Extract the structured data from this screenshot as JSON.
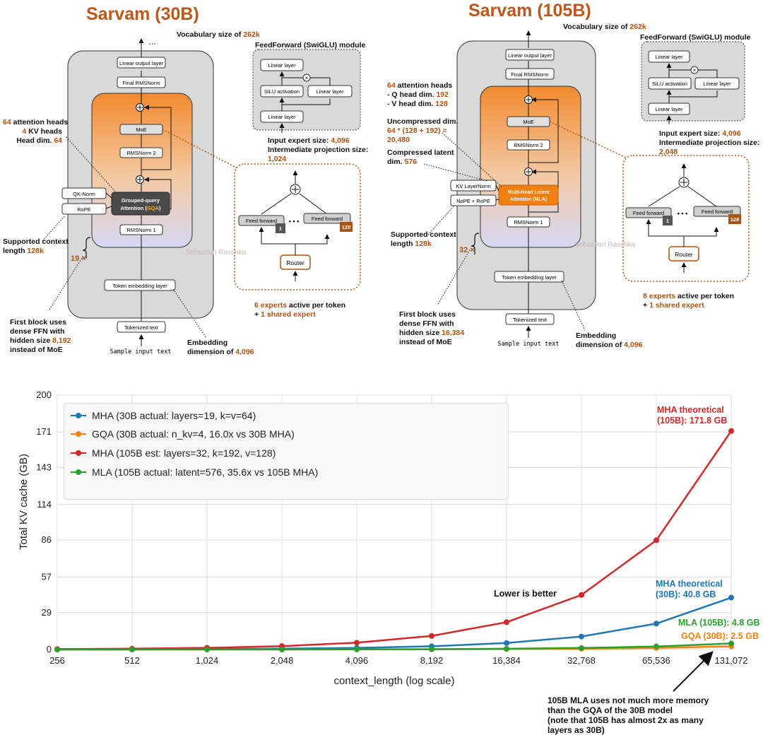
{
  "left_model": {
    "title": "Sarvam (30B)",
    "vocab": {
      "prefix": "Vocabulary size of ",
      "value": "262k"
    },
    "blocks": {
      "linear_output": "Linear output layer",
      "final_norm": "Final RMSNorm",
      "moe": "MoE",
      "rmsnorm2": "RMSNorm 2",
      "attention_line1": "Grouped-query",
      "attention_line2a": "Attention (",
      "attention_line2b": "GQA",
      "attention_line2c": ")",
      "rmsnorm1": "RMSNorm 1",
      "qk_norm": "QK-Norm",
      "rope": "RoPE",
      "token_embed": "Token embedding layer",
      "tokenized": "Tokenized text",
      "sample": "Sample input text"
    },
    "repeat": "19 ×",
    "heads": {
      "n": "64",
      "l1": " attention heads",
      "kv": "4",
      "l2": " KV heads",
      "l3": "Head dim. ",
      "hd": "64"
    },
    "context": {
      "l1": "Supported context",
      "l2": "length ",
      "v": "128k"
    },
    "first_block": {
      "l1": "First    block uses",
      "l2": "dense FFN with",
      "l3": "hidden size ",
      "v": "8,192",
      "l4": "instead of MoE"
    },
    "embedding": {
      "l1": "Embedding",
      "l2": "dimension of ",
      "v": "4,096"
    },
    "ffn_module": {
      "title": "FeedForward (SwiGLU) module",
      "linear_top": "Linear layer",
      "silu": "SiLU activation",
      "linear_right": "Linear layer",
      "linear_bottom": "Linear layer"
    },
    "expert_input": {
      "l": "Input expert size: ",
      "v": "4,096"
    },
    "expert_inter": {
      "l": "Intermediate projection size:",
      "v": "1,024"
    },
    "moe_detail": {
      "ff1": "Feed forward",
      "n1": "1",
      "dots": "• • •",
      "ff2": "Feed forward",
      "n2": "128",
      "router": "Router"
    },
    "experts": {
      "v1": "6 experts",
      "l1": " active per token",
      "l2pre": "+ ",
      "v2": "1 shared expert"
    }
  },
  "right_model": {
    "title": "Sarvam (105B)",
    "vocab": {
      "prefix": "Vocabulary size of ",
      "value": "262k"
    },
    "blocks": {
      "linear_output": "Linear output layer",
      "final_norm": "Final RMSNorm",
      "moe": "MoE",
      "rmsnorm2": "RMSNorm 2",
      "attention_line1": "Multi-Head Latent",
      "attention_line2": "Attention (MLA)",
      "rmsnorm1": "RMSNorm 1",
      "kv_norm": "KV LayerNorm",
      "rope": "NoPE + RoPE",
      "token_embed": "Token embedding layer",
      "tokenized": "Tokenized text",
      "sample": "Sample input text"
    },
    "repeat": "32 ×",
    "heads": {
      "n": "64",
      "l1": " attention heads",
      "q": "  - Q head dim. ",
      "qv": "192",
      "v": "  - V head dim. ",
      "vv": "128"
    },
    "uncompressed": {
      "l1": "Uncompressed dim.",
      "l2": "64 * (128 + 192) =",
      "l3": "20,480"
    },
    "compressed": {
      "l1": "Compressed latent",
      "l2": "dim. ",
      "v": "576"
    },
    "context": {
      "l1": "Supported context",
      "l2": "length ",
      "v": "128k"
    },
    "first_block": {
      "l1": "First    block uses",
      "l2": "dense FFN with",
      "l3": "hidden size ",
      "v": "16,384",
      "l4": "instead of MoE"
    },
    "embedding": {
      "l1": "Embedding",
      "l2": "dimension of ",
      "v": "4,096"
    },
    "ffn_module": {
      "title": "FeedForward (SwiGLU) module",
      "linear_top": "Linear layer",
      "silu": "SiLU activation",
      "linear_right": "Linear layer",
      "linear_bottom": "Linear layer"
    },
    "expert_input": {
      "l": "Input expert size: ",
      "v": "4,096"
    },
    "expert_inter": {
      "l": "Intermediate projection size:",
      "v": "2,048"
    },
    "moe_detail": {
      "ff1": "Feed forward",
      "n1": "1",
      "dots": "• • •",
      "ff2": "Feed forward",
      "n2": "128",
      "router": "Router"
    },
    "experts": {
      "v1": "8 experts",
      "l1": " active per token",
      "l2pre": "+ ",
      "v2": "1 shared expert"
    }
  },
  "watermark": "Sebastian Raschka",
  "chart_data": {
    "type": "line",
    "title": "",
    "xlabel": "context_length (log scale)",
    "ylabel": "Total KV cache (GB)",
    "x": [
      256,
      512,
      1024,
      2048,
      4096,
      8192,
      16384,
      32768,
      65536,
      131072
    ],
    "xtick_labels": [
      "256",
      "512",
      "1,024",
      "2,048",
      "4,096",
      "8,192",
      "16,384",
      "32,768",
      "65,536",
      "131,072"
    ],
    "x_scale": "log",
    "ylim": [
      0,
      200
    ],
    "yticks": [
      0,
      29,
      57,
      86,
      114,
      143,
      171,
      200
    ],
    "grid": true,
    "legend_position": "top-left",
    "series": [
      {
        "name": "MHA (30B actual: layers=19, k=v=64)",
        "color": "#1f77b4",
        "values": [
          0.08,
          0.16,
          0.32,
          0.64,
          1.28,
          2.55,
          5.1,
          10.2,
          20.4,
          40.8
        ]
      },
      {
        "name": "GQA (30B actual: n_kv=4, 16.0x vs 30B MHA)",
        "color": "#ff7f0e",
        "values": [
          0.005,
          0.01,
          0.02,
          0.04,
          0.08,
          0.16,
          0.31,
          0.63,
          1.25,
          2.5
        ]
      },
      {
        "name": "MHA (105B est: layers=32, k=192, v=128)",
        "color": "#d62728",
        "values": [
          0.34,
          0.67,
          1.34,
          2.68,
          5.37,
          10.7,
          21.5,
          42.9,
          85.9,
          171.8
        ]
      },
      {
        "name": "MLA (105B actual: latent=576, 35.6x vs 105B MHA)",
        "color": "#2ca02c",
        "values": [
          0.009,
          0.019,
          0.038,
          0.075,
          0.15,
          0.3,
          0.6,
          1.2,
          2.4,
          4.8
        ]
      }
    ],
    "annotations": {
      "mha105": {
        "l1": "MHA theoretical",
        "l2": "(105B): 171.8 GB"
      },
      "mha30": {
        "l1": "MHA theoretical",
        "l2": "(30B): 40.8 GB"
      },
      "mla": "MLA (105B): 4.8 GB",
      "gqa": "GQA (30B): 2.5 GB",
      "lower": "Lower is better",
      "note": {
        "l1": "105B MLA uses not much more memory",
        "l2": "than the GQA of the 30B model",
        "l3": "(note that 105B has almost 2x as many",
        "l4": "layers as 30B)"
      }
    }
  }
}
